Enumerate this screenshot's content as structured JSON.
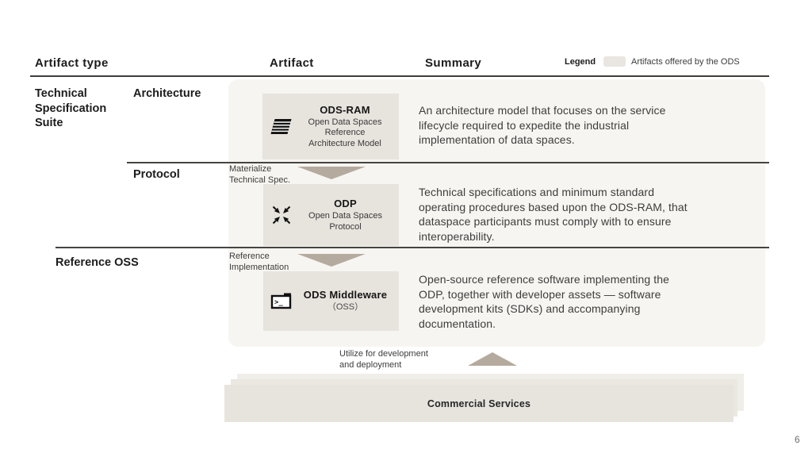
{
  "header": {
    "col_artifact_type": "Artifact type",
    "col_artifact": "Artifact",
    "col_summary": "Summary",
    "legend_label": "Legend",
    "legend_text": "Artifacts offered by the ODS"
  },
  "rows": [
    {
      "type_label": "Technical Specification Suite",
      "sub_label": "Architecture",
      "icon": "stacked-sheets-icon",
      "artifact_name": "ODS-RAM",
      "artifact_sub": "Open Data Spaces Reference Architecture Model",
      "summary": "An architecture model that focuses on the service lifecycle required to expedite the industrial implementation of data spaces."
    },
    {
      "sub_label": "Protocol",
      "arrow_label": "Materialize Technical Spec.",
      "icon": "converging-arrows-icon",
      "artifact_name": "ODP",
      "artifact_sub": "Open Data Spaces Protocol",
      "summary": "Technical specifications and minimum standard operating procedures based upon the ODS-RAM, that dataspace participants must comply with to ensure interoperability."
    },
    {
      "type_label": "Reference OSS",
      "arrow_label": "Reference Implementation",
      "icon": "terminal-window-icon",
      "artifact_name": "ODS Middleware",
      "artifact_sub": "（OSS）",
      "summary": "Open-source reference software implementing the ODP, together with developer assets — software development kits (SDKs) and accompanying documentation."
    }
  ],
  "bottom": {
    "utilize_label": "Utilize for development and deployment",
    "commercial_services": "Commercial Services"
  },
  "page": {
    "number": "6"
  },
  "colors": {
    "panel_bg": "#f7f5f1",
    "box_bg": "#e7e3dd",
    "arrow": "#b5aa9e",
    "legend_swatch": "#e9e6e1",
    "rule": "#3f3e3c"
  }
}
